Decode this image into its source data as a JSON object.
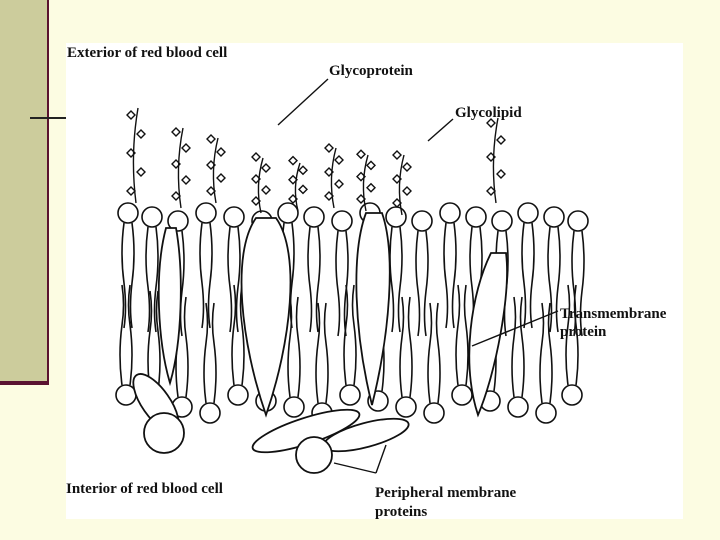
{
  "diagram": {
    "labels": {
      "exterior": "Exterior of red blood cell",
      "glycoprotein": "Glycoprotein",
      "glycolipid": "Glycolipid",
      "transmembrane_line1": "Transmembrane",
      "transmembrane_line2": "protein",
      "interior": "Interior of red blood cell",
      "peripheral_line1": "Peripheral membrane",
      "peripheral_line2": "proteins"
    }
  },
  "colors": {
    "slide_background": "#fcfce2",
    "sidebar": "#cccc9c",
    "accent": "#5a1230",
    "figure_background": "#ffffff",
    "ink": "#111111"
  }
}
